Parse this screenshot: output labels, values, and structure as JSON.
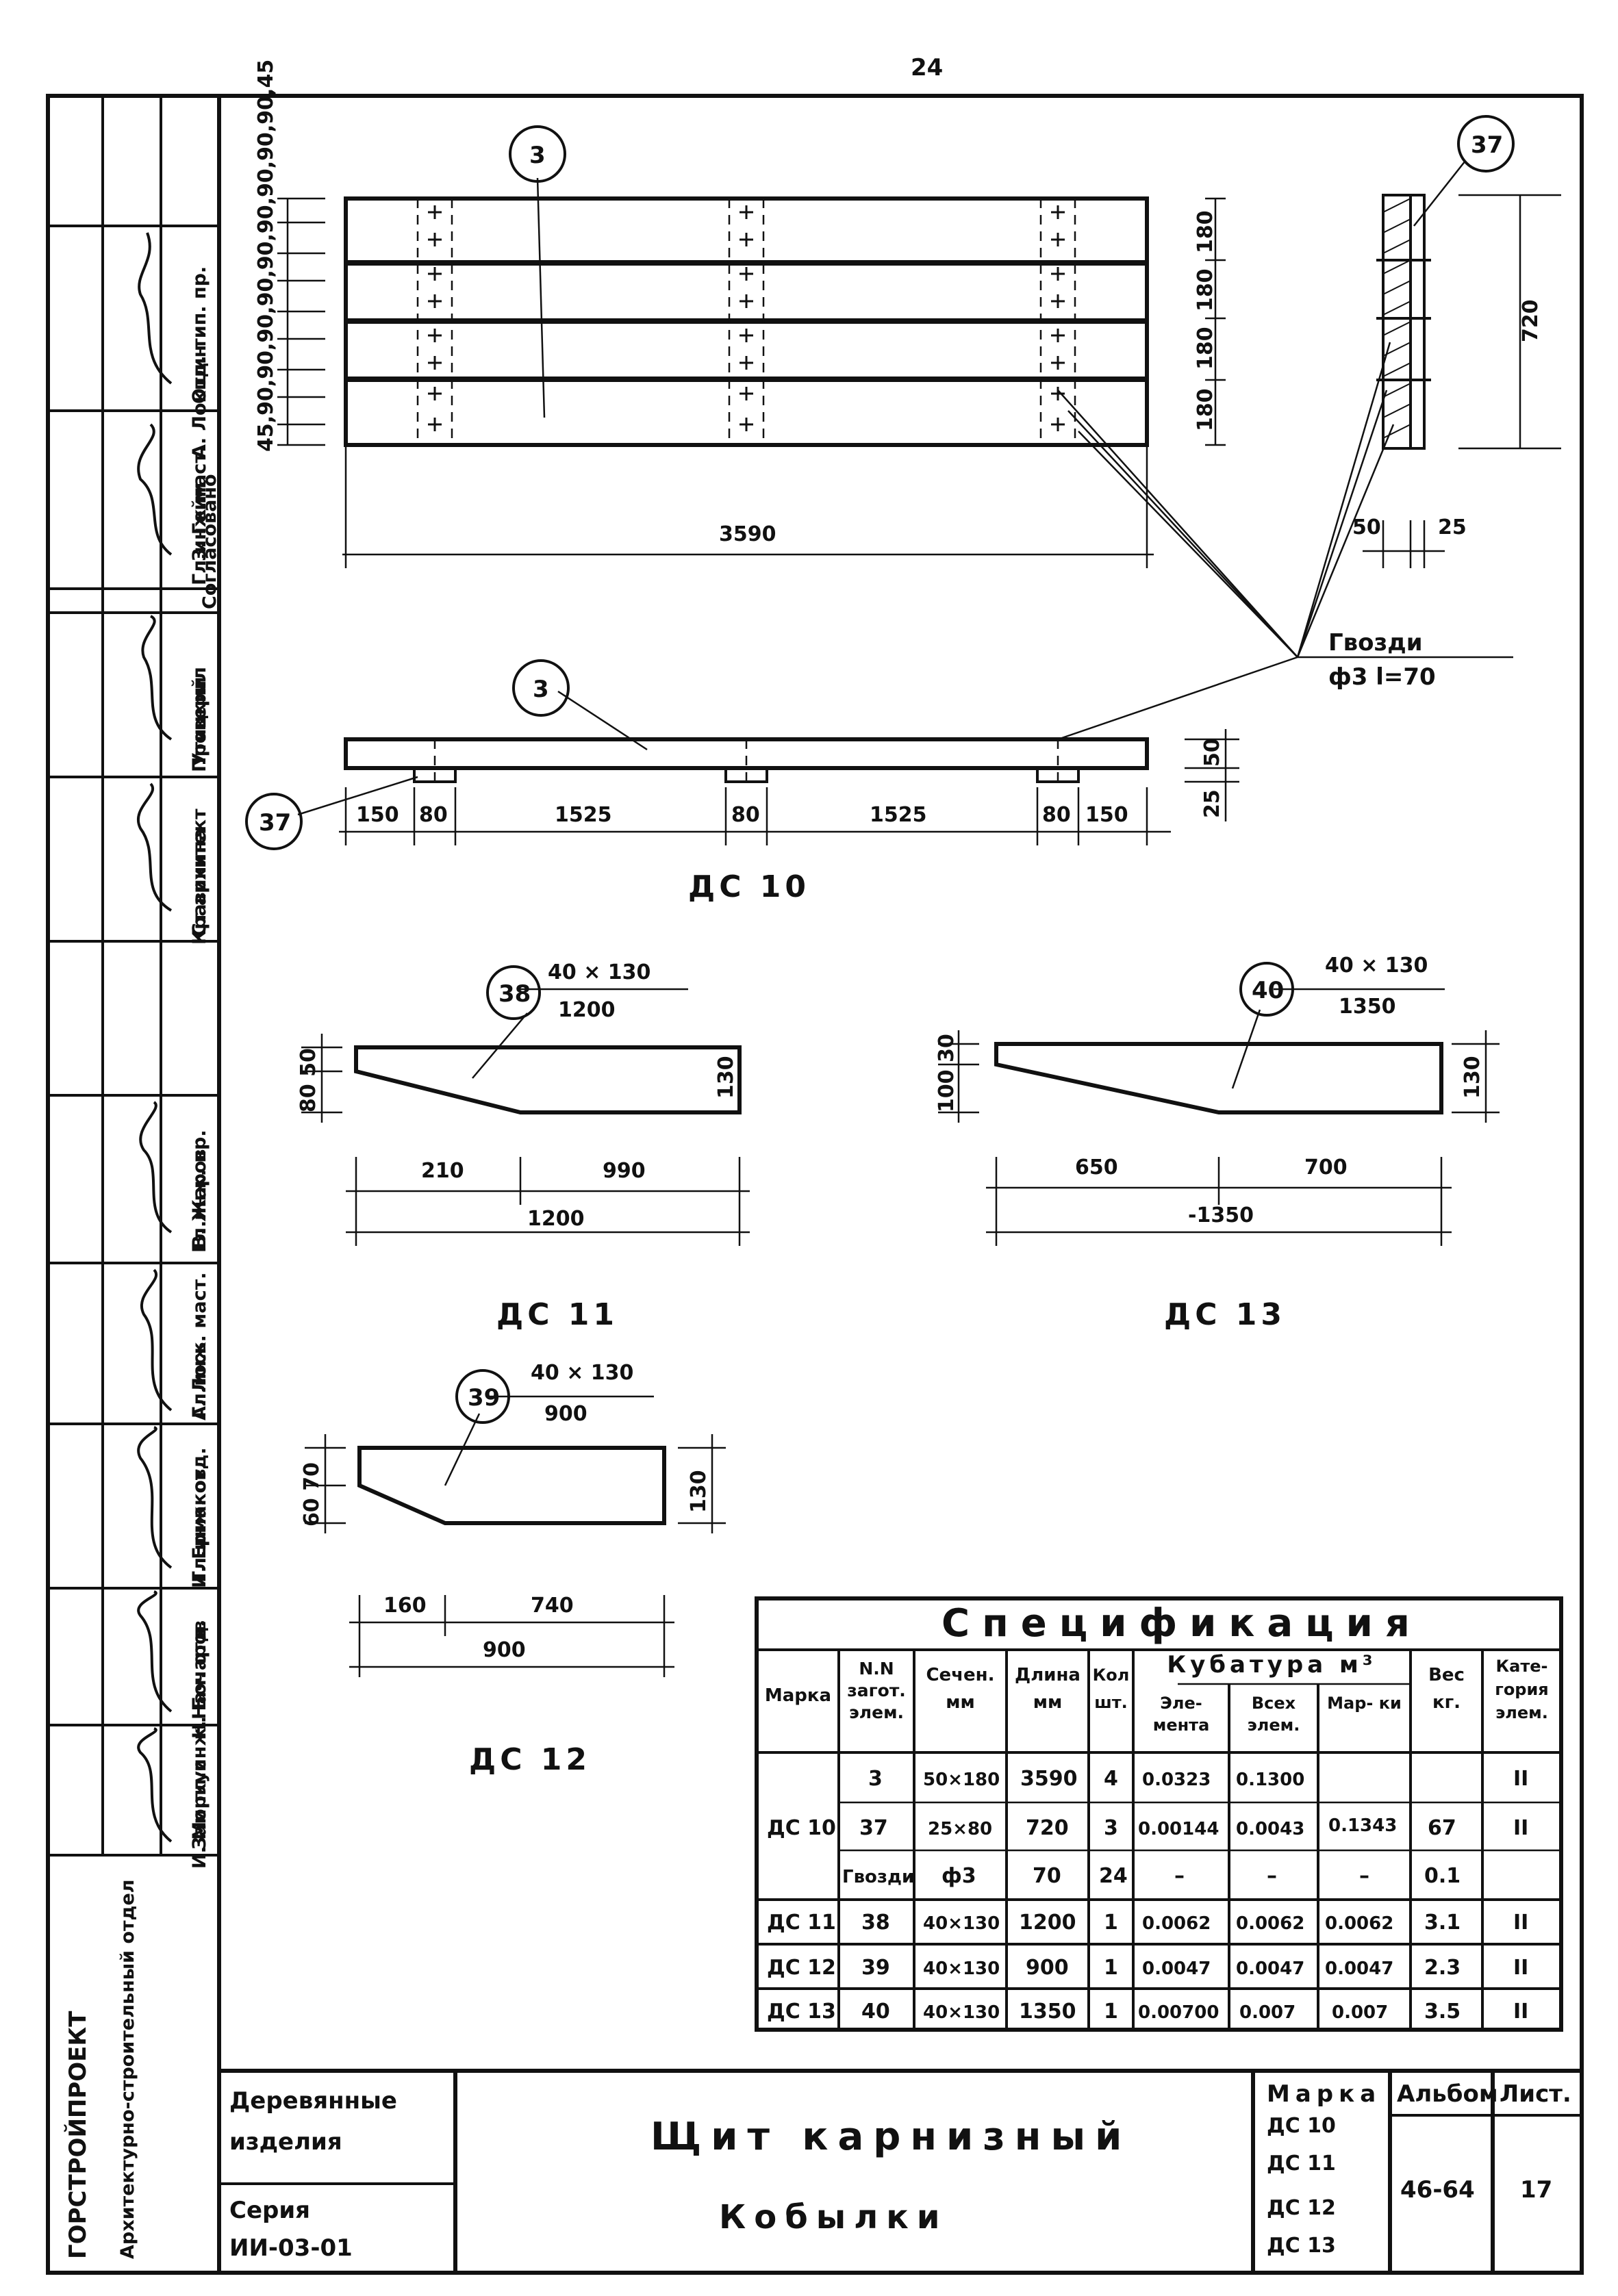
{
  "page_number": "24",
  "side_stamps": [
    {
      "role": "Отд. тип. пр.",
      "name": "А. Локшин"
    },
    {
      "role": "Гл.инж.маст.",
      "name": "З. Гейм"
    },
    {
      "role": "Согласовано",
      "name": ""
    },
    {
      "role": "Проверил",
      "name": "Утицкий"
    },
    {
      "role": "Ст архитект",
      "name": "Кравинина"
    },
    {
      "role": "Гл.инж. пр.",
      "name": "В. Жаров"
    },
    {
      "role": "Гл.инж. маст.",
      "name": "А. Лось"
    },
    {
      "role": "Гл.инж. отд.",
      "name": "И. Ермаков"
    },
    {
      "role": "Нач. отд.",
      "name": "Н. Бочаров"
    },
    {
      "role": "Зам.гл.инж.",
      "name": "И. Моркус"
    }
  ],
  "org_block": {
    "name": "ГОРСТРОЙПРОЕКТ",
    "dept": "Архитектурно-строительный отдел"
  },
  "callouts": {
    "c3": "3",
    "c37": "37",
    "c38": "38",
    "c39": "39",
    "c40": "40"
  },
  "nails_label": {
    "line1": "Гвозди",
    "line2": "ф3 l=70"
  },
  "dims": {
    "ds10_plan_length": "3590",
    "ds10_left_stack": "45,90,90,90,90,90,90,90,90,90,45",
    "ds10_right_1": "180",
    "ds10_right_2": "180",
    "ds10_right_3": "180",
    "ds10_right_4": "180",
    "section_height": "720",
    "section_w1": "50",
    "section_w2": "25",
    "elev_a": "150",
    "elev_b": "80",
    "elev_c": "1525",
    "elev_d": "80",
    "elev_e": "1525",
    "elev_f": "80",
    "elev_g": "150",
    "elev_h1": "50",
    "elev_h2": "25",
    "ds11_sec": "40 × 130",
    "ds11_len_top": "1200",
    "ds11_left_h": "80 50",
    "ds11_right_h": "130",
    "ds11_a": "210",
    "ds11_b": "990",
    "ds11_total": "1200",
    "ds13_sec": "40 × 130",
    "ds13_len_top": "1350",
    "ds13_left_h": "100 30",
    "ds13_right_h": "130",
    "ds13_a": "650",
    "ds13_b": "700",
    "ds13_total": "-1350",
    "ds12_sec": "40 × 130",
    "ds12_len_top": "900",
    "ds12_left_h": "60 70",
    "ds12_right_h": "130",
    "ds12_a": "160",
    "ds12_b": "740",
    "ds12_total": "900"
  },
  "drawing_titles": {
    "ds10": "ДС 10",
    "ds11": "ДС 11",
    "ds13": "ДС 13",
    "ds12": "ДС 12"
  },
  "spec": {
    "title": "Спецификация",
    "headers": {
      "marka": "Марка",
      "num": "N.N загот. элем.",
      "sech": "Сечен. мм",
      "dlina": "Длина мм",
      "kol": "Кол шт.",
      "kub": "Кубатура м³",
      "kub_el": "Эле- мента",
      "kub_all": "Всех элем.",
      "kub_mark": "Мар- ки",
      "ves": "Вес кг.",
      "kat": "Кате- гория элем."
    },
    "rows": [
      {
        "marka": "ДС 10",
        "num": "3",
        "sech": "50×180",
        "dlina": "3590",
        "kol": "4",
        "kub_el": "0.0323",
        "kub_all": "0.1300",
        "kub_mark": "0.1343",
        "ves": "67",
        "kat": "II"
      },
      {
        "marka": "",
        "num": "37",
        "sech": "25×80",
        "dlina": "720",
        "kol": "3",
        "kub_el": "0.00144",
        "kub_all": "0.0043",
        "kub_mark": "",
        "ves": "",
        "kat": "II"
      },
      {
        "marka": "",
        "num": "Гвозди",
        "sech": "ф3",
        "dlina": "70",
        "kol": "24",
        "kub_el": "–",
        "kub_all": "–",
        "kub_mark": "–",
        "ves": "0.1",
        "kat": ""
      },
      {
        "marka": "ДС 11",
        "num": "38",
        "sech": "40×130",
        "dlina": "1200",
        "kol": "1",
        "kub_el": "0.0062",
        "kub_all": "0.0062",
        "kub_mark": "0.0062",
        "ves": "3.1",
        "kat": "II"
      },
      {
        "marka": "ДС 12",
        "num": "39",
        "sech": "40×130",
        "dlina": "900",
        "kol": "1",
        "kub_el": "0.0047",
        "kub_all": "0.0047",
        "kub_mark": "0.0047",
        "ves": "2.3",
        "kat": "II"
      },
      {
        "marka": "ДС 13",
        "num": "40",
        "sech": "40×130",
        "dlina": "1350",
        "kol": "1",
        "kub_el": "0.00700",
        "kub_all": "0.007",
        "kub_mark": "0.007",
        "ves": "3.5",
        "kat": "II"
      }
    ]
  },
  "title_block": {
    "category_l1": "Деревянные",
    "category_l2": "изделия",
    "series_l1": "Серия",
    "series_l2": "ИИ-03-01",
    "title_l1": "Щит карнизный",
    "title_l2": "Кобылки",
    "marka_label": "Марка",
    "marks": [
      "ДС 10",
      "ДС 11",
      "ДС 12",
      "ДС 13"
    ],
    "album_label": "Альбом",
    "album_value": "46-64",
    "sheet_label": "Лист.",
    "sheet_value": "17"
  }
}
